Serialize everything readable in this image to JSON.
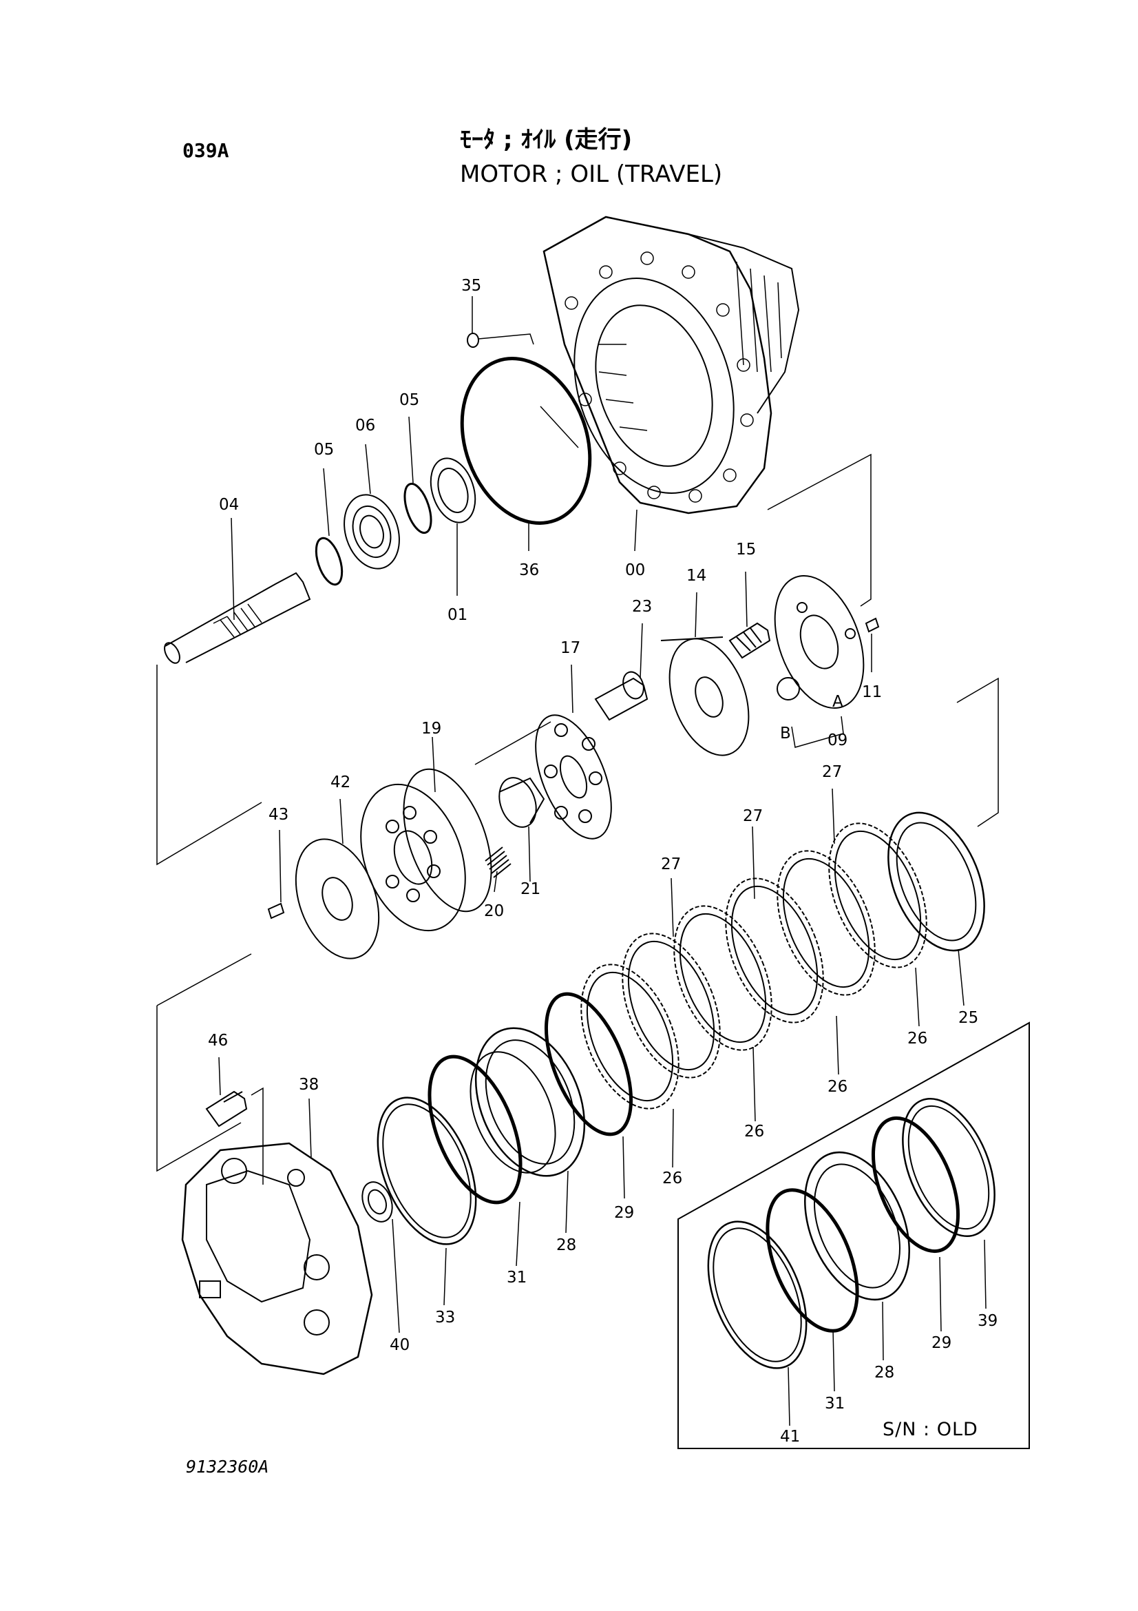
{
  "page": {
    "code": "039A",
    "title_jp": "ﾓｰﾀ ; ｵｲﾙ (走行)",
    "title_en": "MOTOR ; OIL (TRAVEL)",
    "drawing_no": "9132360A",
    "sn_label": "S/N : OLD"
  },
  "callouts": [
    {
      "id": "35",
      "label": "35"
    },
    {
      "id": "05a",
      "label": "05"
    },
    {
      "id": "06",
      "label": "06"
    },
    {
      "id": "05b",
      "label": "05"
    },
    {
      "id": "04",
      "label": "04"
    },
    {
      "id": "36",
      "label": "36"
    },
    {
      "id": "00",
      "label": "00"
    },
    {
      "id": "01",
      "label": "01"
    },
    {
      "id": "15",
      "label": "15"
    },
    {
      "id": "14",
      "label": "14"
    },
    {
      "id": "23",
      "label": "23"
    },
    {
      "id": "11",
      "label": "11"
    },
    {
      "id": "A",
      "label": "A"
    },
    {
      "id": "B",
      "label": "B"
    },
    {
      "id": "09",
      "label": "09"
    },
    {
      "id": "17",
      "label": "17"
    },
    {
      "id": "19",
      "label": "19"
    },
    {
      "id": "42",
      "label": "42"
    },
    {
      "id": "43",
      "label": "43"
    },
    {
      "id": "20",
      "label": "20"
    },
    {
      "id": "21",
      "label": "21"
    },
    {
      "id": "27a",
      "label": "27"
    },
    {
      "id": "27b",
      "label": "27"
    },
    {
      "id": "27c",
      "label": "27"
    },
    {
      "id": "25",
      "label": "25"
    },
    {
      "id": "26a",
      "label": "26"
    },
    {
      "id": "26b",
      "label": "26"
    },
    {
      "id": "26c",
      "label": "26"
    },
    {
      "id": "26d",
      "label": "26"
    },
    {
      "id": "46",
      "label": "46"
    },
    {
      "id": "38",
      "label": "38"
    },
    {
      "id": "29a",
      "label": "29"
    },
    {
      "id": "28a",
      "label": "28"
    },
    {
      "id": "31a",
      "label": "31"
    },
    {
      "id": "33",
      "label": "33"
    },
    {
      "id": "40",
      "label": "40"
    },
    {
      "id": "39",
      "label": "39"
    },
    {
      "id": "29b",
      "label": "29"
    },
    {
      "id": "28b",
      "label": "28"
    },
    {
      "id": "31b",
      "label": "31"
    },
    {
      "id": "41",
      "label": "41"
    }
  ]
}
